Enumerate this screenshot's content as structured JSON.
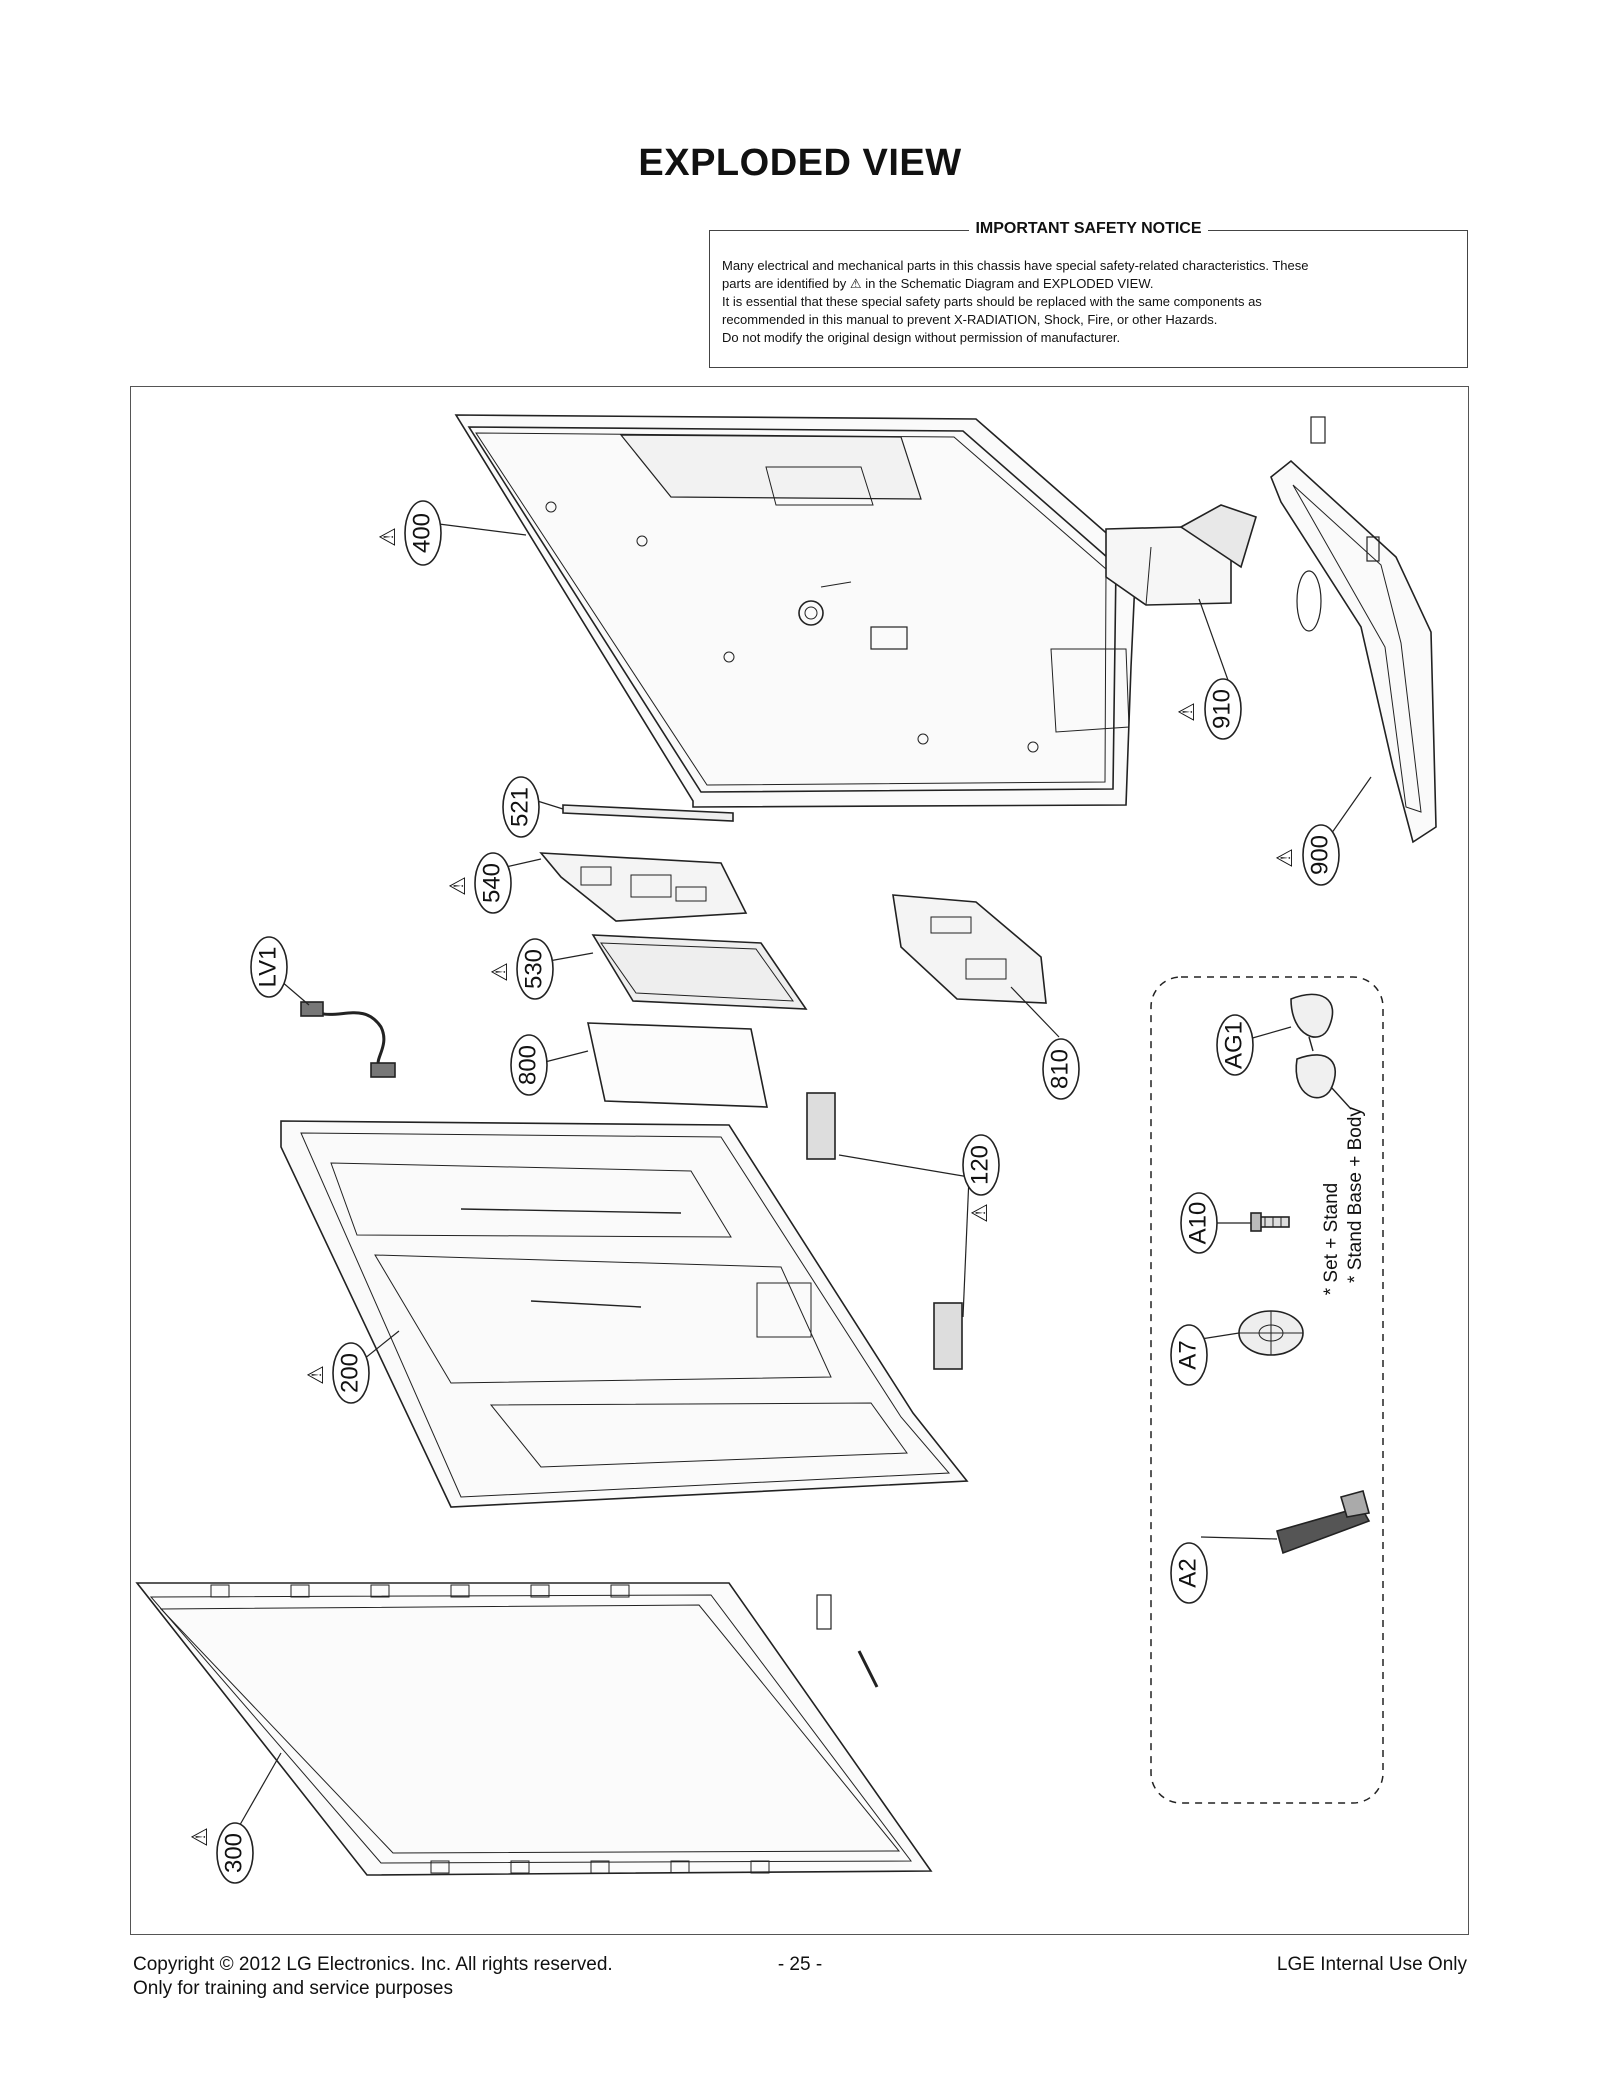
{
  "page": {
    "title": "EXPLODED VIEW"
  },
  "notice": {
    "title": "IMPORTANT SAFETY NOTICE",
    "line1": "Many electrical and mechanical parts in this chassis have special safety-related characteristics. These",
    "line2_pre": "parts are identified by",
    "line2_post": "in the Schematic Diagram and EXPLODED VIEW.",
    "line3": "It is essential that these special safety parts should be replaced with the same components as",
    "line4": "recommended in this manual to prevent X-RADIATION, Shock, Fire, or other Hazards.",
    "line5": "Do not modify the original design without permission of manufacturer.",
    "warn_symbol": "⚠"
  },
  "parts": {
    "p400": "400",
    "p910": "910",
    "p900": "900",
    "p521": "521",
    "p540": "540",
    "p530": "530",
    "pLV1": "LV1",
    "p800": "800",
    "p810": "810",
    "p120": "120",
    "p200": "200",
    "p300": "300",
    "pAG1": "AG1",
    "pA10": "A10",
    "pA7": "A7",
    "pA2": "A2"
  },
  "accessory_notes": {
    "note1": "* Set + Stand",
    "note2": "* Stand Base + Body"
  },
  "warning_symbol": "⚠",
  "footer": {
    "copyright": "Copyright © 2012 LG Electronics. Inc. All rights reserved.",
    "purpose": "Only for training and service purposes",
    "page_number": "- 25 -",
    "internal": "LGE Internal Use Only"
  }
}
